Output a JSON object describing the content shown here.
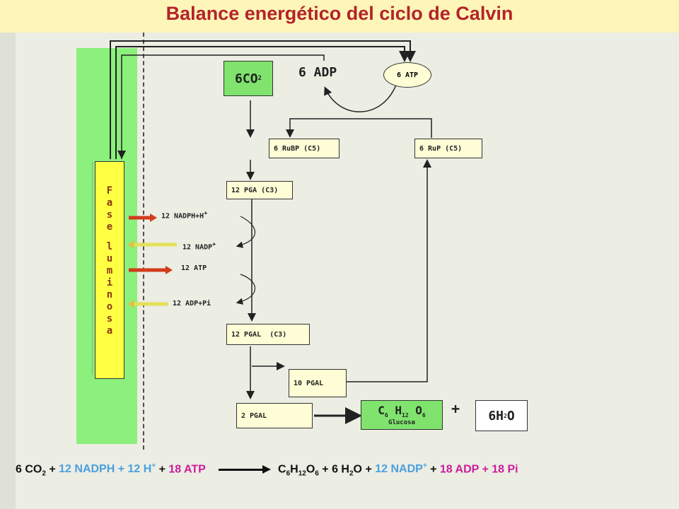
{
  "title": "Balance energético del ciclo de Calvin",
  "fase": [
    "F",
    "a",
    "s",
    "e",
    "",
    "l",
    "u",
    "m",
    "i",
    "n",
    "o",
    "s",
    "a"
  ],
  "boxes": {
    "co2": {
      "pre": "6CO",
      "sub": "2"
    },
    "adp": "6 ADP",
    "atp": "6 ATP",
    "rubp": "6 RuBP (C5)",
    "rup": "6 RuP (C5)",
    "pga": "12 PGA",
    "pga_c": "(C3)",
    "pgal": "12 PGAL",
    "pgal_c": "(C3)",
    "pgal10": "10 PGAL",
    "pgal2": "2 PGAL",
    "glucosa_formula": {
      "c": "C",
      "c_sub": "6",
      "h": "H",
      "h_sub": "12",
      "o": "O",
      "o_sub": "6"
    },
    "glucosa": "Glucosa",
    "plus": "+",
    "h2o": {
      "pre": "6H",
      "sub": "2",
      "post": "O"
    }
  },
  "side_labels": {
    "nadph": "12 NADPH+H",
    "nadph_sup": "+",
    "nadp": "12 NADP",
    "nadp_sup": "+",
    "atp": "12 ATP",
    "adp_pi": "12 ADP+Pi"
  },
  "equation": {
    "co2": "6 CO",
    "co2_sub": "2",
    "p1": " + ",
    "nadph": "12 NADPH + 12 H",
    "h_sup": "+",
    "p2": " + ",
    "atp": "18 ATP",
    "prod_c": "C",
    "prod_c_sub": "6",
    "prod_h": "H",
    "prod_h_sub": "12",
    "prod_o": "O",
    "prod_o_sub": "6",
    "p3": " + 6 H",
    "h2o_sub": "2",
    "o": "O",
    "p4": " + ",
    "nadp": "12 NADP",
    "nadp_sup": "+",
    "p5": " + ",
    "adp": "18 ADP + 18 Pi"
  },
  "colors": {
    "title": "#b4232a",
    "green": "#8cf07c",
    "yellow": "#ffff44",
    "blue": "#4aa0e0",
    "magenta": "#cc1c9c",
    "red_arrow": "#d23b1c"
  }
}
